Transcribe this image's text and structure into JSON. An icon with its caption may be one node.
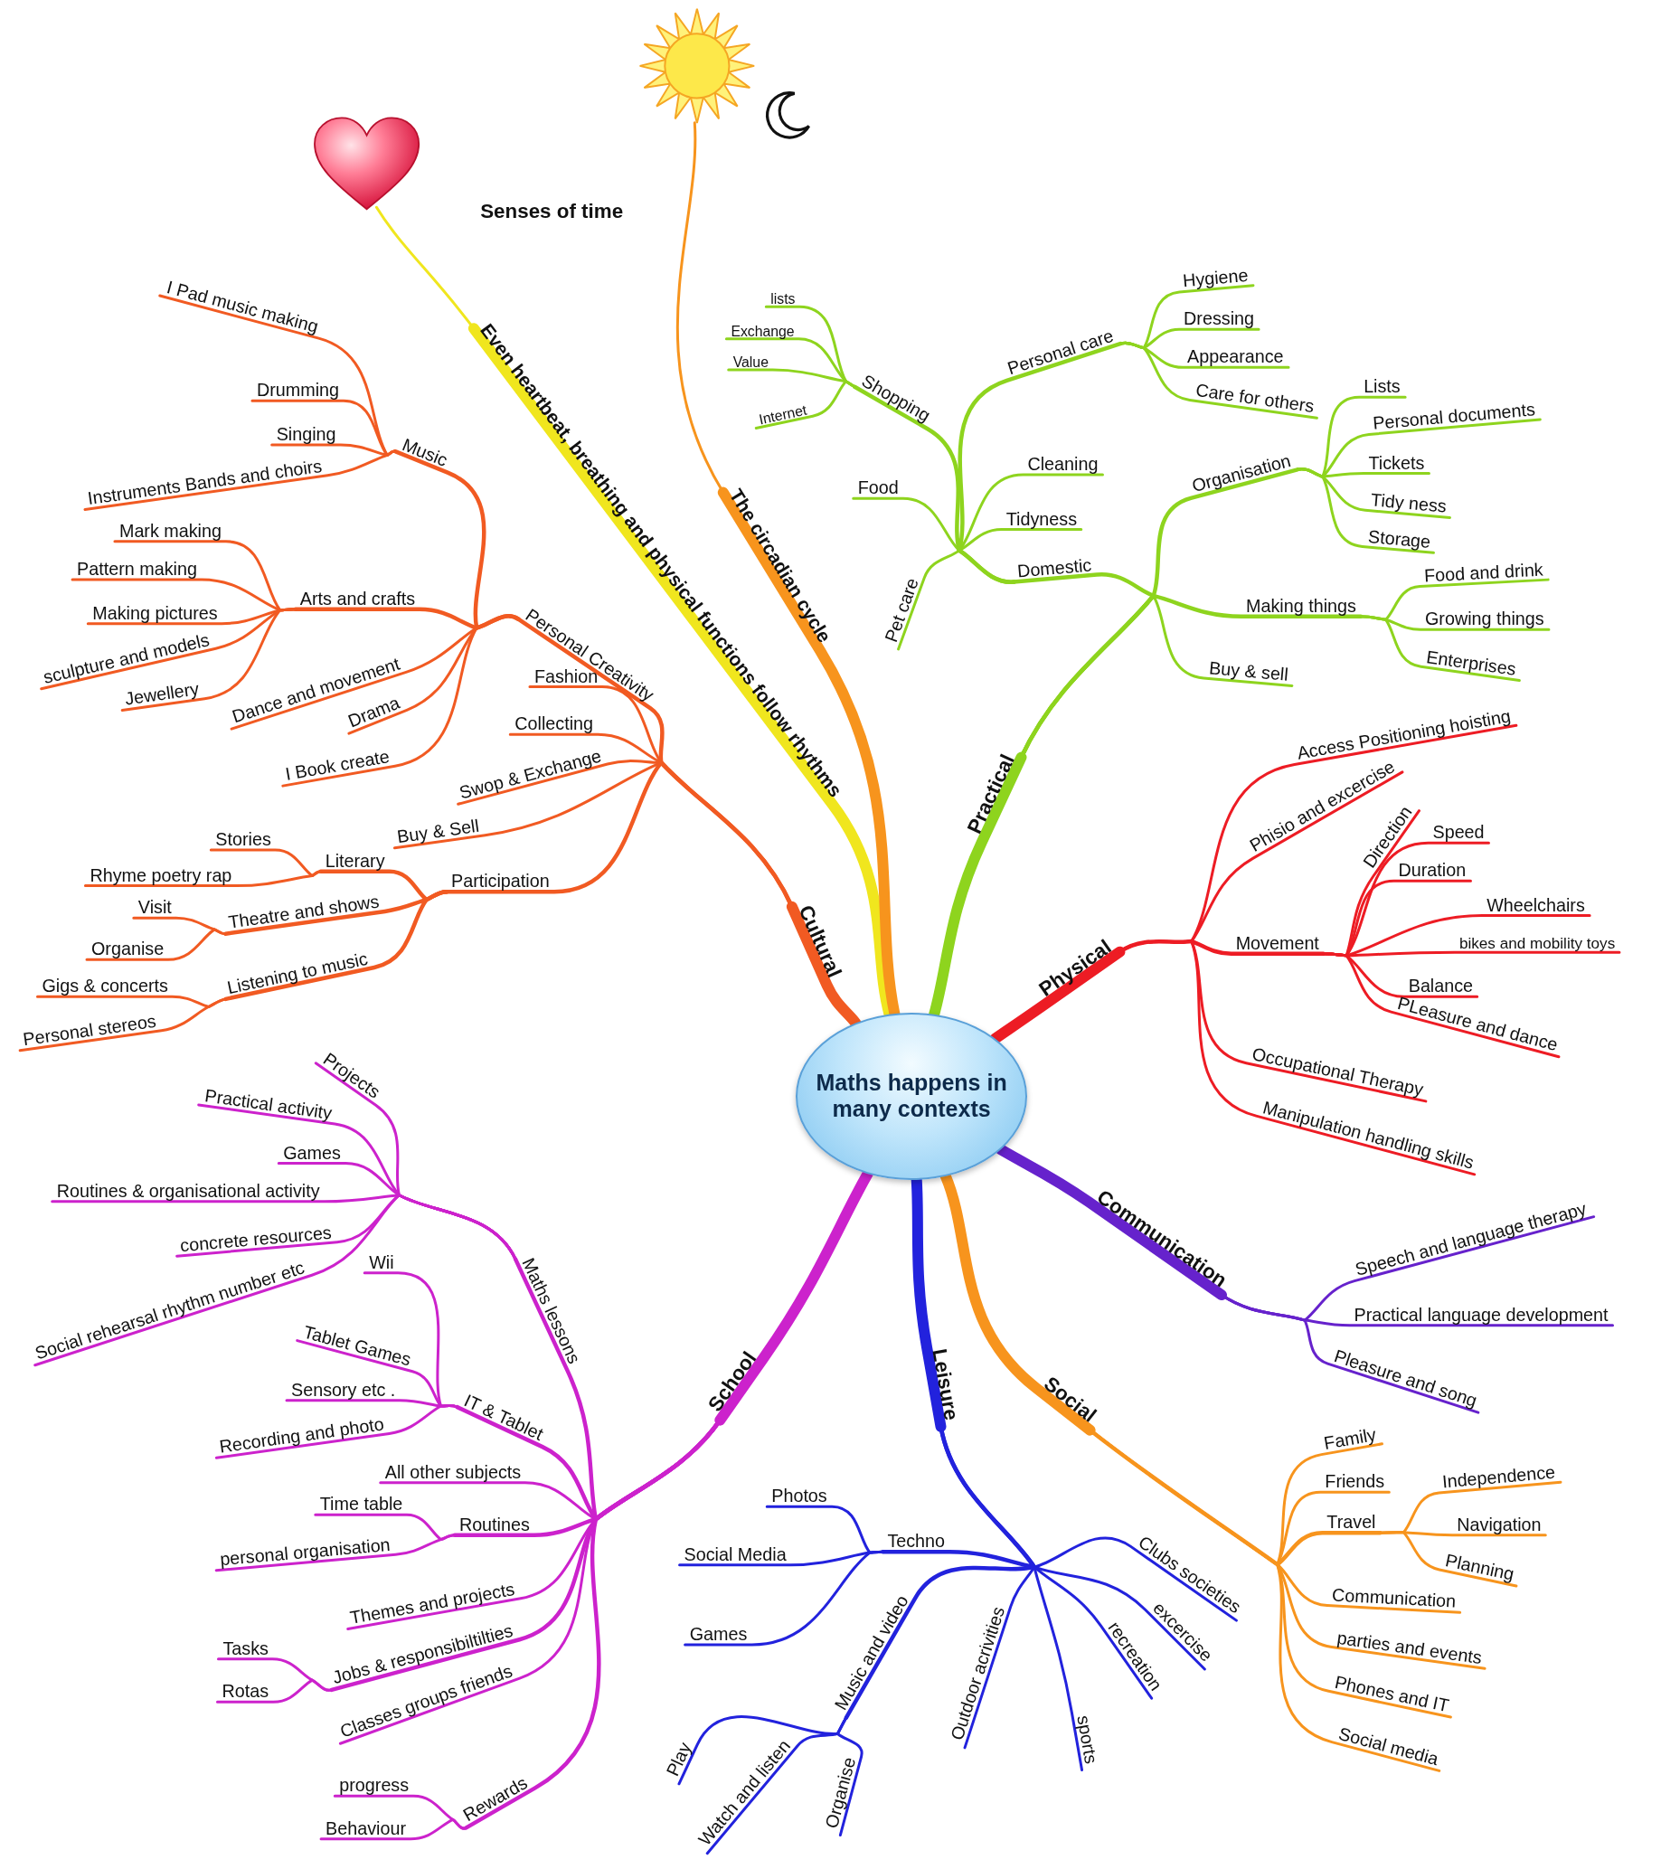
{
  "diagram": {
    "nodes": [
      {
        "text": [
          "Maths happens in many contexts"
        ]
      },
      {
        "text": [],
        "shape": "picture"
      },
      {
        "text": [],
        "shape": "picture"
      },
      {
        "text": [
          "Even heartbeat, breathing and physical functions follow rhythms"
        ]
      },
      {
        "text": [
          "The circadian cycle"
        ]
      },
      {
        "text": [
          "Cultural"
        ]
      },
      {
        "text": [
          "Personal Creativity"
        ]
      },
      {
        "text": [
          "Music"
        ]
      },
      {
        "text": [
          "I Pad music making"
        ]
      },
      {
        "text": [
          "Drumming"
        ]
      },
      {
        "text": [
          "Singing"
        ]
      },
      {
        "text": [
          "Instruments Bands and choirs"
        ]
      },
      {
        "text": [
          "Arts and crafts"
        ]
      },
      {
        "text": [
          "Mark making"
        ]
      },
      {
        "text": [
          "Pattern making"
        ]
      },
      {
        "text": [
          "Making pictures"
        ]
      },
      {
        "text": [
          "sculpture and models"
        ]
      },
      {
        "text": [
          "Jewellery"
        ]
      },
      {
        "text": [
          "Dance and movement"
        ]
      },
      {
        "text": [
          "Drama"
        ]
      },
      {
        "text": [
          "I Book create"
        ]
      },
      {
        "text": [
          "Fashion"
        ]
      },
      {
        "text": [
          "Collecting"
        ]
      },
      {
        "text": [
          "Swop & Exchange"
        ]
      },
      {
        "text": [
          "Buy & Sell"
        ]
      },
      {
        "text": [
          "Participation"
        ]
      },
      {
        "text": [
          "Literary"
        ]
      },
      {
        "text": [
          "Stories"
        ]
      },
      {
        "text": [
          "Rhyme poetry rap"
        ]
      },
      {
        "text": [
          "Theatre and shows"
        ]
      },
      {
        "text": [
          "Visit"
        ]
      },
      {
        "text": [
          "Organise"
        ]
      },
      {
        "text": [
          "Listening to music"
        ]
      },
      {
        "text": [
          "Gigs & concerts"
        ]
      },
      {
        "text": [
          "Personal stereos"
        ]
      },
      {
        "text": [
          "Practical"
        ]
      },
      {
        "text": [
          "Shopping"
        ]
      },
      {
        "text": [
          "lists"
        ]
      },
      {
        "text": [
          "Exchange"
        ]
      },
      {
        "text": [
          "Value"
        ]
      },
      {
        "text": [
          "Internet"
        ]
      },
      {
        "text": [
          "Food"
        ]
      },
      {
        "text": [
          "Pet care"
        ]
      },
      {
        "text": [
          "Cleaning"
        ]
      },
      {
        "text": [
          "Tidyness"
        ]
      },
      {
        "text": [
          "Domestic"
        ]
      },
      {
        "text": [
          "Personal care"
        ]
      },
      {
        "text": [
          "Hygiene"
        ]
      },
      {
        "text": [
          "Dressing"
        ]
      },
      {
        "text": [
          "Appearance"
        ]
      },
      {
        "text": [
          "Care for others"
        ]
      },
      {
        "text": [
          "Organisation"
        ]
      },
      {
        "text": [
          "Lists"
        ]
      },
      {
        "text": [
          "Personal documents"
        ]
      },
      {
        "text": [
          "Tickets"
        ]
      },
      {
        "text": [
          "Tidy ness"
        ]
      },
      {
        "text": [
          "Storage"
        ]
      },
      {
        "text": [
          "Making things"
        ]
      },
      {
        "text": [
          "Food and drink"
        ]
      },
      {
        "text": [
          "Growing things"
        ]
      },
      {
        "text": [
          "Enterprises"
        ]
      },
      {
        "text": [
          "Buy & sell"
        ]
      },
      {
        "text": [
          "Physical"
        ]
      },
      {
        "text": [
          "Access Positioning hoisting"
        ]
      },
      {
        "text": [
          "Phisio and excercise"
        ]
      },
      {
        "text": [
          "Movement"
        ]
      },
      {
        "text": [
          "Direction"
        ]
      },
      {
        "text": [
          "Speed"
        ]
      },
      {
        "text": [
          "Duration"
        ]
      },
      {
        "text": [
          "Wheelchairs"
        ]
      },
      {
        "text": [
          "bikes and mobility toys"
        ]
      },
      {
        "text": [
          "Balance"
        ]
      },
      {
        "text": [
          "PLeasure and dance"
        ]
      },
      {
        "text": [
          "Occupational Therapy"
        ]
      },
      {
        "text": [
          "Manipulation handling skills"
        ]
      },
      {
        "text": [
          "Communication"
        ]
      },
      {
        "text": [
          "Speech and language therapy"
        ]
      },
      {
        "text": [
          "Practical language development"
        ]
      },
      {
        "text": [
          "Pleasure and song"
        ]
      },
      {
        "text": [
          "Social"
        ]
      },
      {
        "text": [
          "Family"
        ]
      },
      {
        "text": [
          "Friends"
        ]
      },
      {
        "text": [
          "Travel"
        ]
      },
      {
        "text": [
          "Independence"
        ]
      },
      {
        "text": [
          "Navigation"
        ]
      },
      {
        "text": [
          "Planning"
        ]
      },
      {
        "text": [
          "Communication"
        ]
      },
      {
        "text": [
          "parties and events"
        ]
      },
      {
        "text": [
          "Phones and IT"
        ]
      },
      {
        "text": [
          "Social media"
        ]
      },
      {
        "text": [
          "Leisure"
        ]
      },
      {
        "text": [
          "Techno"
        ]
      },
      {
        "text": [
          "Photos"
        ]
      },
      {
        "text": [
          "Social Media"
        ]
      },
      {
        "text": [
          "Games"
        ]
      },
      {
        "text": [
          "Clubs societies"
        ]
      },
      {
        "text": [
          "excercise"
        ]
      },
      {
        "text": [
          "recreation"
        ]
      },
      {
        "text": [
          "sports"
        ]
      },
      {
        "text": [
          "Outdoor acrivities"
        ]
      },
      {
        "text": [
          "Music and video"
        ]
      },
      {
        "text": [
          "Play"
        ]
      },
      {
        "text": [
          "Watch and listen"
        ]
      },
      {
        "text": [
          "Organise"
        ]
      },
      {
        "text": [
          "School"
        ]
      },
      {
        "text": [
          "Maths lessons"
        ]
      },
      {
        "text": [
          "Projects"
        ]
      },
      {
        "text": [
          "Practical activity"
        ]
      },
      {
        "text": [
          "Games"
        ]
      },
      {
        "text": [
          "Routines & organisational activity"
        ]
      },
      {
        "text": [
          "concrete resources"
        ]
      },
      {
        "text": [
          "Social rehearsal rhythm number etc"
        ]
      },
      {
        "text": [
          "IT & Tablet"
        ]
      },
      {
        "text": [
          "Wii"
        ]
      },
      {
        "text": [
          "Tablet Games"
        ]
      },
      {
        "text": [
          "Sensory etc ."
        ]
      },
      {
        "text": [
          "Recording and photo"
        ]
      },
      {
        "text": [
          "All other subjects"
        ]
      },
      {
        "text": [
          "Routines"
        ]
      },
      {
        "text": [
          "Time table"
        ]
      },
      {
        "text": [
          "personal organisation"
        ]
      },
      {
        "text": [
          "Themes and projects"
        ]
      },
      {
        "text": [
          "Jobs & responsibiltilties"
        ]
      },
      {
        "text": [
          "Tasks"
        ]
      },
      {
        "text": [
          "Rotas"
        ]
      },
      {
        "text": [
          "Classes groups friends"
        ]
      },
      {
        "text": [
          "Rewards"
        ]
      },
      {
        "text": [
          "progress"
        ]
      },
      {
        "text": [
          "Behaviour"
        ]
      }
    ],
    "edges": [
      {
        "from": 0,
        "to": 3,
        "arrow": "none",
        "style": "thick",
        "color": "#f0e61e"
      },
      {
        "from": 3,
        "to": 1,
        "arrow": "none",
        "color": "#f0e61e"
      },
      {
        "from": 0,
        "to": 4,
        "arrow": "none",
        "style": "thick",
        "color": "#f7941d"
      },
      {
        "from": 4,
        "to": 2,
        "arrow": "none",
        "color": "#f7941d"
      },
      {
        "from": 0,
        "to": 5,
        "arrow": "none",
        "style": "thick",
        "color": "#f15a22"
      },
      {
        "from": 5,
        "to": 6,
        "arrow": "none",
        "color": "#f15a22"
      },
      {
        "from": 6,
        "to": 7,
        "arrow": "none",
        "color": "#f15a22"
      },
      {
        "from": 7,
        "to": 8,
        "arrow": "none",
        "color": "#f15a22"
      },
      {
        "from": 7,
        "to": 9,
        "arrow": "none",
        "color": "#f15a22"
      },
      {
        "from": 7,
        "to": 10,
        "arrow": "none",
        "color": "#f15a22"
      },
      {
        "from": 7,
        "to": 11,
        "arrow": "none",
        "color": "#f15a22"
      },
      {
        "from": 6,
        "to": 12,
        "arrow": "none",
        "color": "#f15a22"
      },
      {
        "from": 12,
        "to": 13,
        "arrow": "none",
        "color": "#f15a22"
      },
      {
        "from": 12,
        "to": 14,
        "arrow": "none",
        "color": "#f15a22"
      },
      {
        "from": 12,
        "to": 15,
        "arrow": "none",
        "color": "#f15a22"
      },
      {
        "from": 12,
        "to": 16,
        "arrow": "none",
        "color": "#f15a22"
      },
      {
        "from": 12,
        "to": 17,
        "arrow": "none",
        "color": "#f15a22"
      },
      {
        "from": 6,
        "to": 18,
        "arrow": "none",
        "color": "#f15a22"
      },
      {
        "from": 6,
        "to": 19,
        "arrow": "none",
        "color": "#f15a22"
      },
      {
        "from": 6,
        "to": 20,
        "arrow": "none",
        "color": "#f15a22"
      },
      {
        "from": 5,
        "to": 21,
        "arrow": "none",
        "color": "#f15a22"
      },
      {
        "from": 5,
        "to": 22,
        "arrow": "none",
        "color": "#f15a22"
      },
      {
        "from": 5,
        "to": 23,
        "arrow": "none",
        "color": "#f15a22"
      },
      {
        "from": 5,
        "to": 24,
        "arrow": "none",
        "color": "#f15a22"
      },
      {
        "from": 5,
        "to": 25,
        "arrow": "none",
        "color": "#f15a22"
      },
      {
        "from": 25,
        "to": 26,
        "arrow": "none",
        "color": "#f15a22"
      },
      {
        "from": 26,
        "to": 27,
        "arrow": "none",
        "color": "#f15a22"
      },
      {
        "from": 26,
        "to": 28,
        "arrow": "none",
        "color": "#f15a22"
      },
      {
        "from": 25,
        "to": 29,
        "arrow": "none",
        "color": "#f15a22"
      },
      {
        "from": 29,
        "to": 30,
        "arrow": "none",
        "color": "#f15a22"
      },
      {
        "from": 29,
        "to": 31,
        "arrow": "none",
        "color": "#f15a22"
      },
      {
        "from": 25,
        "to": 32,
        "arrow": "none",
        "color": "#f15a22"
      },
      {
        "from": 32,
        "to": 33,
        "arrow": "none",
        "color": "#f15a22"
      },
      {
        "from": 32,
        "to": 34,
        "arrow": "none",
        "color": "#f15a22"
      },
      {
        "from": 0,
        "to": 35,
        "arrow": "none",
        "style": "thick",
        "color": "#8ed41e"
      },
      {
        "from": 35,
        "to": 45,
        "arrow": "none",
        "color": "#8ed41e"
      },
      {
        "from": 45,
        "to": 36,
        "arrow": "none",
        "color": "#8ed41e"
      },
      {
        "from": 36,
        "to": 37,
        "arrow": "none",
        "color": "#8ed41e"
      },
      {
        "from": 36,
        "to": 38,
        "arrow": "none",
        "color": "#8ed41e"
      },
      {
        "from": 36,
        "to": 39,
        "arrow": "none",
        "color": "#8ed41e"
      },
      {
        "from": 36,
        "to": 40,
        "arrow": "none",
        "color": "#8ed41e"
      },
      {
        "from": 45,
        "to": 41,
        "arrow": "none",
        "color": "#8ed41e"
      },
      {
        "from": 45,
        "to": 42,
        "arrow": "none",
        "color": "#8ed41e"
      },
      {
        "from": 45,
        "to": 43,
        "arrow": "none",
        "color": "#8ed41e"
      },
      {
        "from": 45,
        "to": 44,
        "arrow": "none",
        "color": "#8ed41e"
      },
      {
        "from": 45,
        "to": 46,
        "arrow": "none",
        "color": "#8ed41e"
      },
      {
        "from": 46,
        "to": 47,
        "arrow": "none",
        "color": "#8ed41e"
      },
      {
        "from": 46,
        "to": 48,
        "arrow": "none",
        "color": "#8ed41e"
      },
      {
        "from": 46,
        "to": 49,
        "arrow": "none",
        "color": "#8ed41e"
      },
      {
        "from": 46,
        "to": 50,
        "arrow": "none",
        "color": "#8ed41e"
      },
      {
        "from": 35,
        "to": 51,
        "arrow": "none",
        "color": "#8ed41e"
      },
      {
        "from": 51,
        "to": 52,
        "arrow": "none",
        "color": "#8ed41e"
      },
      {
        "from": 51,
        "to": 53,
        "arrow": "none",
        "color": "#8ed41e"
      },
      {
        "from": 51,
        "to": 54,
        "arrow": "none",
        "color": "#8ed41e"
      },
      {
        "from": 51,
        "to": 55,
        "arrow": "none",
        "color": "#8ed41e"
      },
      {
        "from": 51,
        "to": 56,
        "arrow": "none",
        "color": "#8ed41e"
      },
      {
        "from": 35,
        "to": 57,
        "arrow": "none",
        "color": "#8ed41e"
      },
      {
        "from": 57,
        "to": 58,
        "arrow": "none",
        "color": "#8ed41e"
      },
      {
        "from": 57,
        "to": 59,
        "arrow": "none",
        "color": "#8ed41e"
      },
      {
        "from": 57,
        "to": 60,
        "arrow": "none",
        "color": "#8ed41e"
      },
      {
        "from": 35,
        "to": 61,
        "arrow": "none",
        "color": "#8ed41e"
      },
      {
        "from": 0,
        "to": 62,
        "arrow": "none",
        "style": "thick",
        "color": "#ed1c24"
      },
      {
        "from": 62,
        "to": 63,
        "arrow": "none",
        "color": "#ed1c24"
      },
      {
        "from": 62,
        "to": 64,
        "arrow": "none",
        "color": "#ed1c24"
      },
      {
        "from": 62,
        "to": 65,
        "arrow": "none",
        "color": "#ed1c24"
      },
      {
        "from": 65,
        "to": 66,
        "arrow": "none",
        "color": "#ed1c24"
      },
      {
        "from": 65,
        "to": 67,
        "arrow": "none",
        "color": "#ed1c24"
      },
      {
        "from": 65,
        "to": 68,
        "arrow": "none",
        "color": "#ed1c24"
      },
      {
        "from": 65,
        "to": 69,
        "arrow": "none",
        "color": "#ed1c24"
      },
      {
        "from": 65,
        "to": 70,
        "arrow": "none",
        "color": "#ed1c24"
      },
      {
        "from": 65,
        "to": 71,
        "arrow": "none",
        "color": "#ed1c24"
      },
      {
        "from": 65,
        "to": 72,
        "arrow": "none",
        "color": "#ed1c24"
      },
      {
        "from": 62,
        "to": 73,
        "arrow": "none",
        "color": "#ed1c24"
      },
      {
        "from": 62,
        "to": 74,
        "arrow": "none",
        "color": "#ed1c24"
      },
      {
        "from": 0,
        "to": 75,
        "arrow": "none",
        "style": "thick",
        "color": "#6622cc"
      },
      {
        "from": 75,
        "to": 76,
        "arrow": "none",
        "color": "#6622cc"
      },
      {
        "from": 75,
        "to": 77,
        "arrow": "none",
        "color": "#6622cc"
      },
      {
        "from": 75,
        "to": 78,
        "arrow": "none",
        "color": "#6622cc"
      },
      {
        "from": 0,
        "to": 79,
        "arrow": "none",
        "style": "thick",
        "color": "#f7941d"
      },
      {
        "from": 79,
        "to": 80,
        "arrow": "none",
        "color": "#f7941d"
      },
      {
        "from": 79,
        "to": 81,
        "arrow": "none",
        "color": "#f7941d"
      },
      {
        "from": 79,
        "to": 82,
        "arrow": "none",
        "color": "#f7941d"
      },
      {
        "from": 82,
        "to": 83,
        "arrow": "none",
        "color": "#f7941d"
      },
      {
        "from": 82,
        "to": 84,
        "arrow": "none",
        "color": "#f7941d"
      },
      {
        "from": 82,
        "to": 85,
        "arrow": "none",
        "color": "#f7941d"
      },
      {
        "from": 79,
        "to": 86,
        "arrow": "none",
        "color": "#f7941d"
      },
      {
        "from": 79,
        "to": 87,
        "arrow": "none",
        "color": "#f7941d"
      },
      {
        "from": 79,
        "to": 88,
        "arrow": "none",
        "color": "#f7941d"
      },
      {
        "from": 79,
        "to": 89,
        "arrow": "none",
        "color": "#f7941d"
      },
      {
        "from": 0,
        "to": 90,
        "arrow": "none",
        "style": "thick",
        "color": "#2222dd"
      },
      {
        "from": 90,
        "to": 91,
        "arrow": "none",
        "color": "#2222dd"
      },
      {
        "from": 91,
        "to": 92,
        "arrow": "none",
        "color": "#2222dd"
      },
      {
        "from": 91,
        "to": 93,
        "arrow": "none",
        "color": "#2222dd"
      },
      {
        "from": 91,
        "to": 94,
        "arrow": "none",
        "color": "#2222dd"
      },
      {
        "from": 90,
        "to": 95,
        "arrow": "none",
        "color": "#2222dd"
      },
      {
        "from": 90,
        "to": 96,
        "arrow": "none",
        "color": "#2222dd"
      },
      {
        "from": 90,
        "to": 97,
        "arrow": "none",
        "color": "#2222dd"
      },
      {
        "from": 90,
        "to": 98,
        "arrow": "none",
        "color": "#2222dd"
      },
      {
        "from": 90,
        "to": 99,
        "arrow": "none",
        "color": "#2222dd"
      },
      {
        "from": 90,
        "to": 100,
        "arrow": "none",
        "color": "#2222dd"
      },
      {
        "from": 100,
        "to": 101,
        "arrow": "none",
        "color": "#2222dd"
      },
      {
        "from": 100,
        "to": 102,
        "arrow": "none",
        "color": "#2222dd"
      },
      {
        "from": 100,
        "to": 103,
        "arrow": "none",
        "color": "#2222dd"
      },
      {
        "from": 0,
        "to": 104,
        "arrow": "none",
        "style": "thick",
        "color": "#cc22cc"
      },
      {
        "from": 104,
        "to": 105,
        "arrow": "none",
        "color": "#cc22cc"
      },
      {
        "from": 105,
        "to": 106,
        "arrow": "none",
        "color": "#cc22cc"
      },
      {
        "from": 105,
        "to": 107,
        "arrow": "none",
        "color": "#cc22cc"
      },
      {
        "from": 105,
        "to": 108,
        "arrow": "none",
        "color": "#cc22cc"
      },
      {
        "from": 105,
        "to": 109,
        "arrow": "none",
        "color": "#cc22cc"
      },
      {
        "from": 105,
        "to": 110,
        "arrow": "none",
        "color": "#cc22cc"
      },
      {
        "from": 105,
        "to": 111,
        "arrow": "none",
        "color": "#cc22cc"
      },
      {
        "from": 104,
        "to": 112,
        "arrow": "none",
        "color": "#cc22cc"
      },
      {
        "from": 112,
        "to": 113,
        "arrow": "none",
        "color": "#cc22cc"
      },
      {
        "from": 112,
        "to": 114,
        "arrow": "none",
        "color": "#cc22cc"
      },
      {
        "from": 112,
        "to": 115,
        "arrow": "none",
        "color": "#cc22cc"
      },
      {
        "from": 112,
        "to": 116,
        "arrow": "none",
        "color": "#cc22cc"
      },
      {
        "from": 104,
        "to": 117,
        "arrow": "none",
        "color": "#cc22cc"
      },
      {
        "from": 104,
        "to": 118,
        "arrow": "none",
        "color": "#cc22cc"
      },
      {
        "from": 118,
        "to": 119,
        "arrow": "none",
        "color": "#cc22cc"
      },
      {
        "from": 118,
        "to": 120,
        "arrow": "none",
        "color": "#cc22cc"
      },
      {
        "from": 104,
        "to": 121,
        "arrow": "none",
        "color": "#cc22cc"
      },
      {
        "from": 104,
        "to": 122,
        "arrow": "none",
        "color": "#cc22cc"
      },
      {
        "from": 122,
        "to": 123,
        "arrow": "none",
        "color": "#cc22cc"
      },
      {
        "from": 122,
        "to": 124,
        "arrow": "none",
        "color": "#cc22cc"
      },
      {
        "from": 104,
        "to": 125,
        "arrow": "none",
        "color": "#cc22cc"
      },
      {
        "from": 104,
        "to": 126,
        "arrow": "none",
        "color": "#cc22cc"
      },
      {
        "from": 126,
        "to": 127,
        "arrow": "none",
        "color": "#cc22cc"
      },
      {
        "from": 126,
        "to": 128,
        "arrow": "none",
        "color": "#cc22cc"
      }
    ],
    "labels": [
      "Senses of time"
    ]
  }
}
